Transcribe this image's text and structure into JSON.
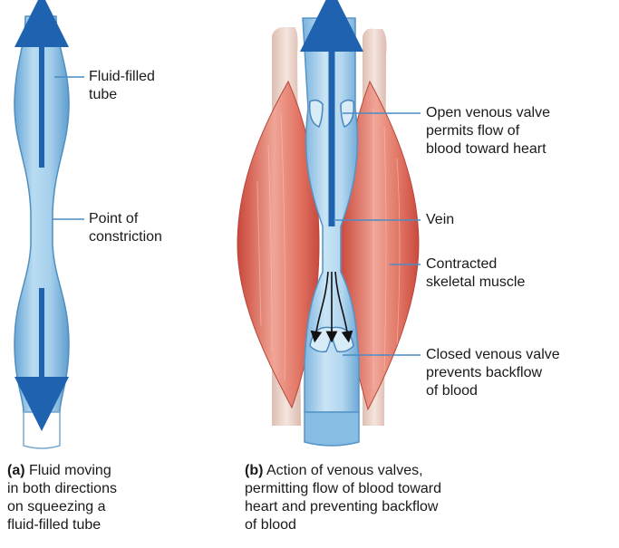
{
  "panel_a": {
    "labels": {
      "tube": [
        "Fluid-filled",
        "tube"
      ],
      "constriction": [
        "Point of",
        "constriction"
      ]
    },
    "caption": {
      "tag": "(a)",
      "lines": [
        "Fluid moving",
        "in both directions",
        "on squeezing a",
        "fluid-filled tube"
      ]
    }
  },
  "panel_b": {
    "labels": {
      "open_valve": [
        "Open venous valve",
        "permits flow of",
        "blood toward heart"
      ],
      "vein": [
        "Vein"
      ],
      "muscle": [
        "Contracted",
        "skeletal muscle"
      ],
      "closed_valve": [
        "Closed venous valve",
        "prevents backflow",
        "of blood"
      ]
    },
    "caption": {
      "tag": "(b)",
      "lines": [
        "Action of venous valves,",
        "permitting flow of blood toward",
        "heart and preventing backflow",
        "of blood"
      ]
    }
  },
  "colors": {
    "tube_fill": "#a9d2ec",
    "tube_edge": "#5f9fcf",
    "arrow": "#1f62b0",
    "muscle": "#e06a5a",
    "muscle_light": "#f0a596",
    "background_tissue": "#ecd8cf",
    "leader_line": "#4a8cc4"
  }
}
